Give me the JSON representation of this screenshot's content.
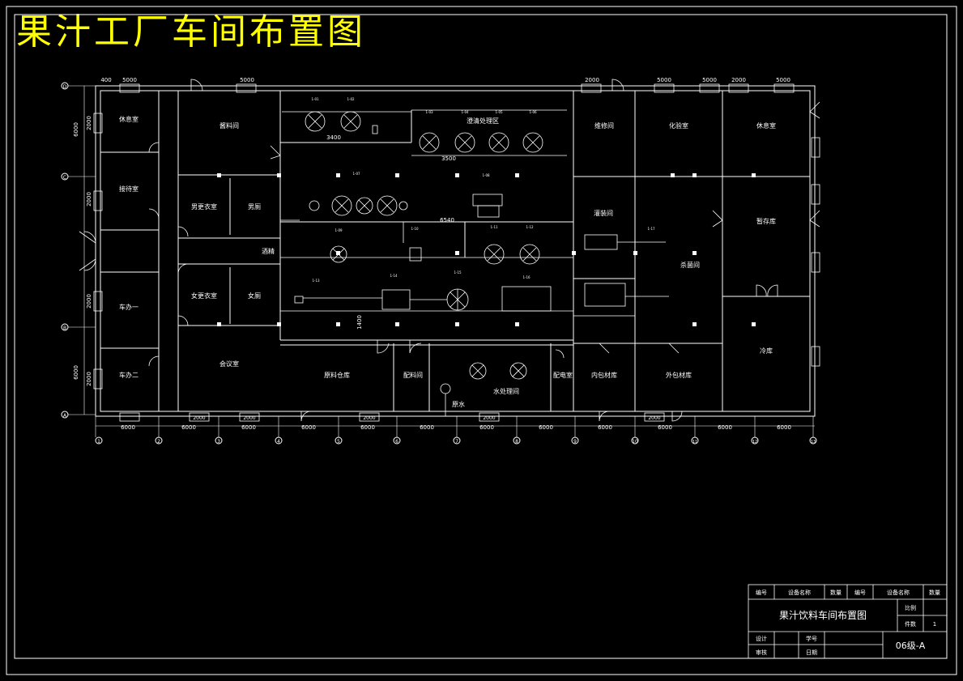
{
  "title": "果汁工厂车间布置图",
  "colors": {
    "background": "#000000",
    "lines": "#ffffff",
    "title": "#ffff00"
  },
  "grid": {
    "row_labels": [
      "D",
      "C",
      "B",
      "A"
    ],
    "column_labels": [
      "1",
      "2",
      "3",
      "4",
      "5",
      "6",
      "7",
      "8",
      "9",
      "10",
      "11",
      "12",
      "13"
    ],
    "bottom_spans": [
      "6000",
      "6000",
      "6000",
      "6000",
      "6000",
      "6000",
      "6000",
      "6000",
      "6000",
      "6000",
      "6000",
      "6000"
    ],
    "left_dims": [
      "2000",
      "2000",
      "2000",
      "2000",
      "6000",
      "6000"
    ]
  },
  "rooms": {
    "rest_room_left": "休息室",
    "reception": "接待室",
    "male_changing": "男更衣室",
    "male_toilet": "男厕",
    "office_1": "车办一",
    "female_changing": "女更衣室",
    "female_toilet": "女厕",
    "office_2": "车办二",
    "meeting_room": "会议室",
    "sauce_room": "酱料间",
    "juice_area": "澄清处理区",
    "pump": "酒精",
    "raw_storage": "原料仓库",
    "batching": "配料间",
    "water_room": "水处理间",
    "pool": "原水",
    "electric": "配电室",
    "repair": "维修间",
    "lab": "化验室",
    "rest_room_right": "休息室",
    "filling": "灌装间",
    "inner_pack": "内包材库",
    "sterilize": "杀菌间",
    "outer_pack": "外包材库",
    "warehouse": "暂存库",
    "cold": "冷库"
  },
  "dimensions": {
    "top": [
      "400",
      "5000",
      "5000",
      "2000",
      "5000",
      "5000",
      "2000",
      "5000"
    ],
    "inner": [
      "3400",
      "3500",
      "6540",
      "1400"
    ],
    "bottom_win": [
      "2000",
      "2000",
      "2000",
      "2000",
      "2000"
    ]
  },
  "equipment_labels": [
    "1-01",
    "1-02",
    "1-03",
    "1-04",
    "1-05",
    "1-06",
    "1-07",
    "1-08",
    "1-09",
    "1-10",
    "1-11",
    "1-12",
    "1-13",
    "1-14",
    "1-15",
    "1-16",
    "1-17"
  ],
  "title_block": {
    "headers": [
      "编号",
      "设备名称",
      "数量",
      "编号",
      "设备名称",
      "数量"
    ],
    "drawing_name": "果汁饮料车间布置图",
    "scale_label": "比例",
    "sheet_label": "件数",
    "sheet_value": "1",
    "design_label": "设计",
    "student_no_label": "学号",
    "review_label": "审核",
    "date_label": "日期",
    "class_code": "06级-A"
  }
}
